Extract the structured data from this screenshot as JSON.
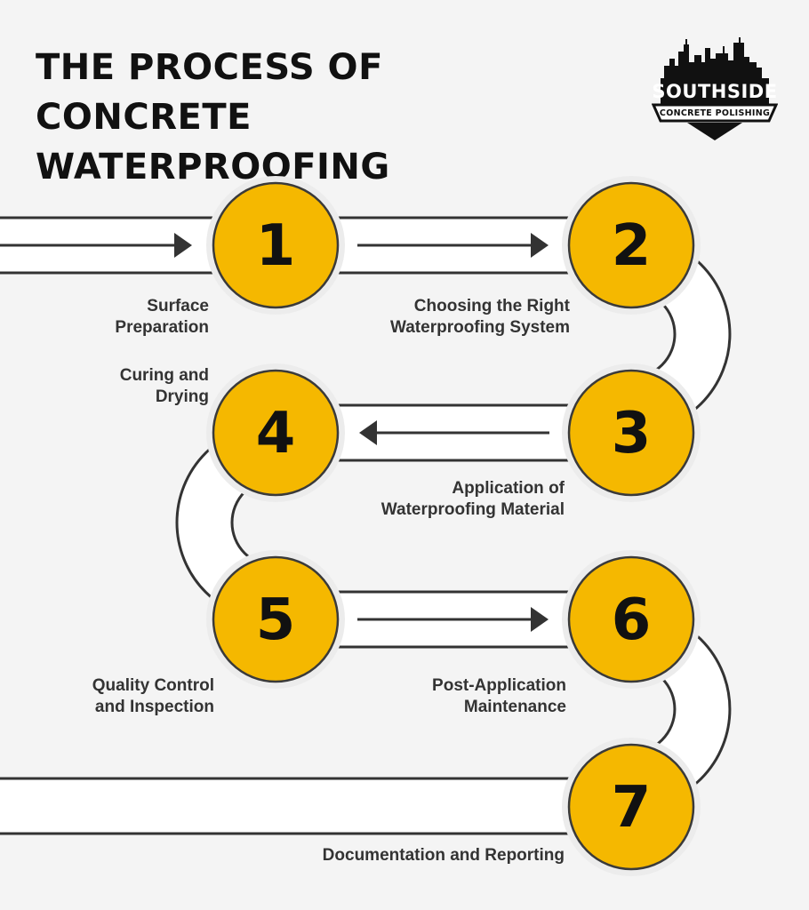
{
  "title": "THE PROCESS OF CONCRETE WATERPROOFING",
  "logo": {
    "name": "SOUTHSIDE",
    "tagline": "CONCRETE POLISHING"
  },
  "colors": {
    "circle_fill": "#F5B800",
    "line": "#333333",
    "path_fill": "#FFFFFF",
    "background": "#F4F4F4"
  },
  "steps": [
    {
      "number": "1",
      "label_line1": "Surface",
      "label_line2": "Preparation"
    },
    {
      "number": "2",
      "label_line1": "Choosing the Right",
      "label_line2": "Waterproofing System"
    },
    {
      "number": "3",
      "label_line1": "Application of",
      "label_line2": "Waterproofing Material"
    },
    {
      "number": "4",
      "label_line1": "Curing and",
      "label_line2": "Drying"
    },
    {
      "number": "5",
      "label_line1": "Quality Control",
      "label_line2": "and Inspection"
    },
    {
      "number": "6",
      "label_line1": "Post-Application",
      "label_line2": "Maintenance"
    },
    {
      "number": "7",
      "label_line1": "Documentation and Reporting",
      "label_line2": ""
    }
  ]
}
